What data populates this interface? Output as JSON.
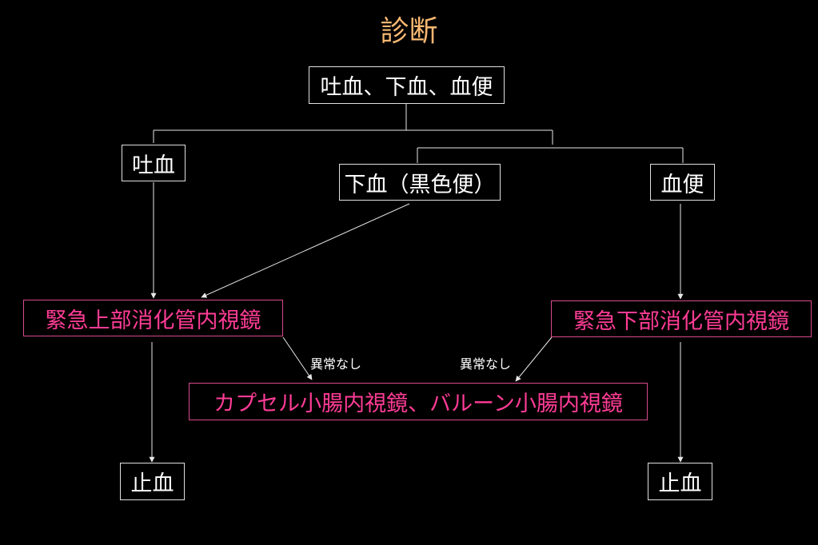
{
  "title": "診断",
  "nodes": {
    "root": "吐血、下血、血便",
    "hematemesis": "吐血",
    "melena": "下血（黒色便）",
    "hematochezia": "血便",
    "upper_endoscopy": "緊急上部消化管内視鏡",
    "lower_endoscopy": "緊急下部消化管内視鏡",
    "small_bowel": "カプセル小腸内視鏡、バルーン小腸内視鏡",
    "hemostasis_left": "止血",
    "hemostasis_right": "止血"
  },
  "edge_labels": {
    "no_abnormality_left": "異常なし",
    "no_abnormality_right": "異常なし"
  },
  "colors": {
    "background": "#000000",
    "title": "#f9b872",
    "text": "#ffffff",
    "emergency": "#ff3c96",
    "line": "#e0e0e0"
  }
}
